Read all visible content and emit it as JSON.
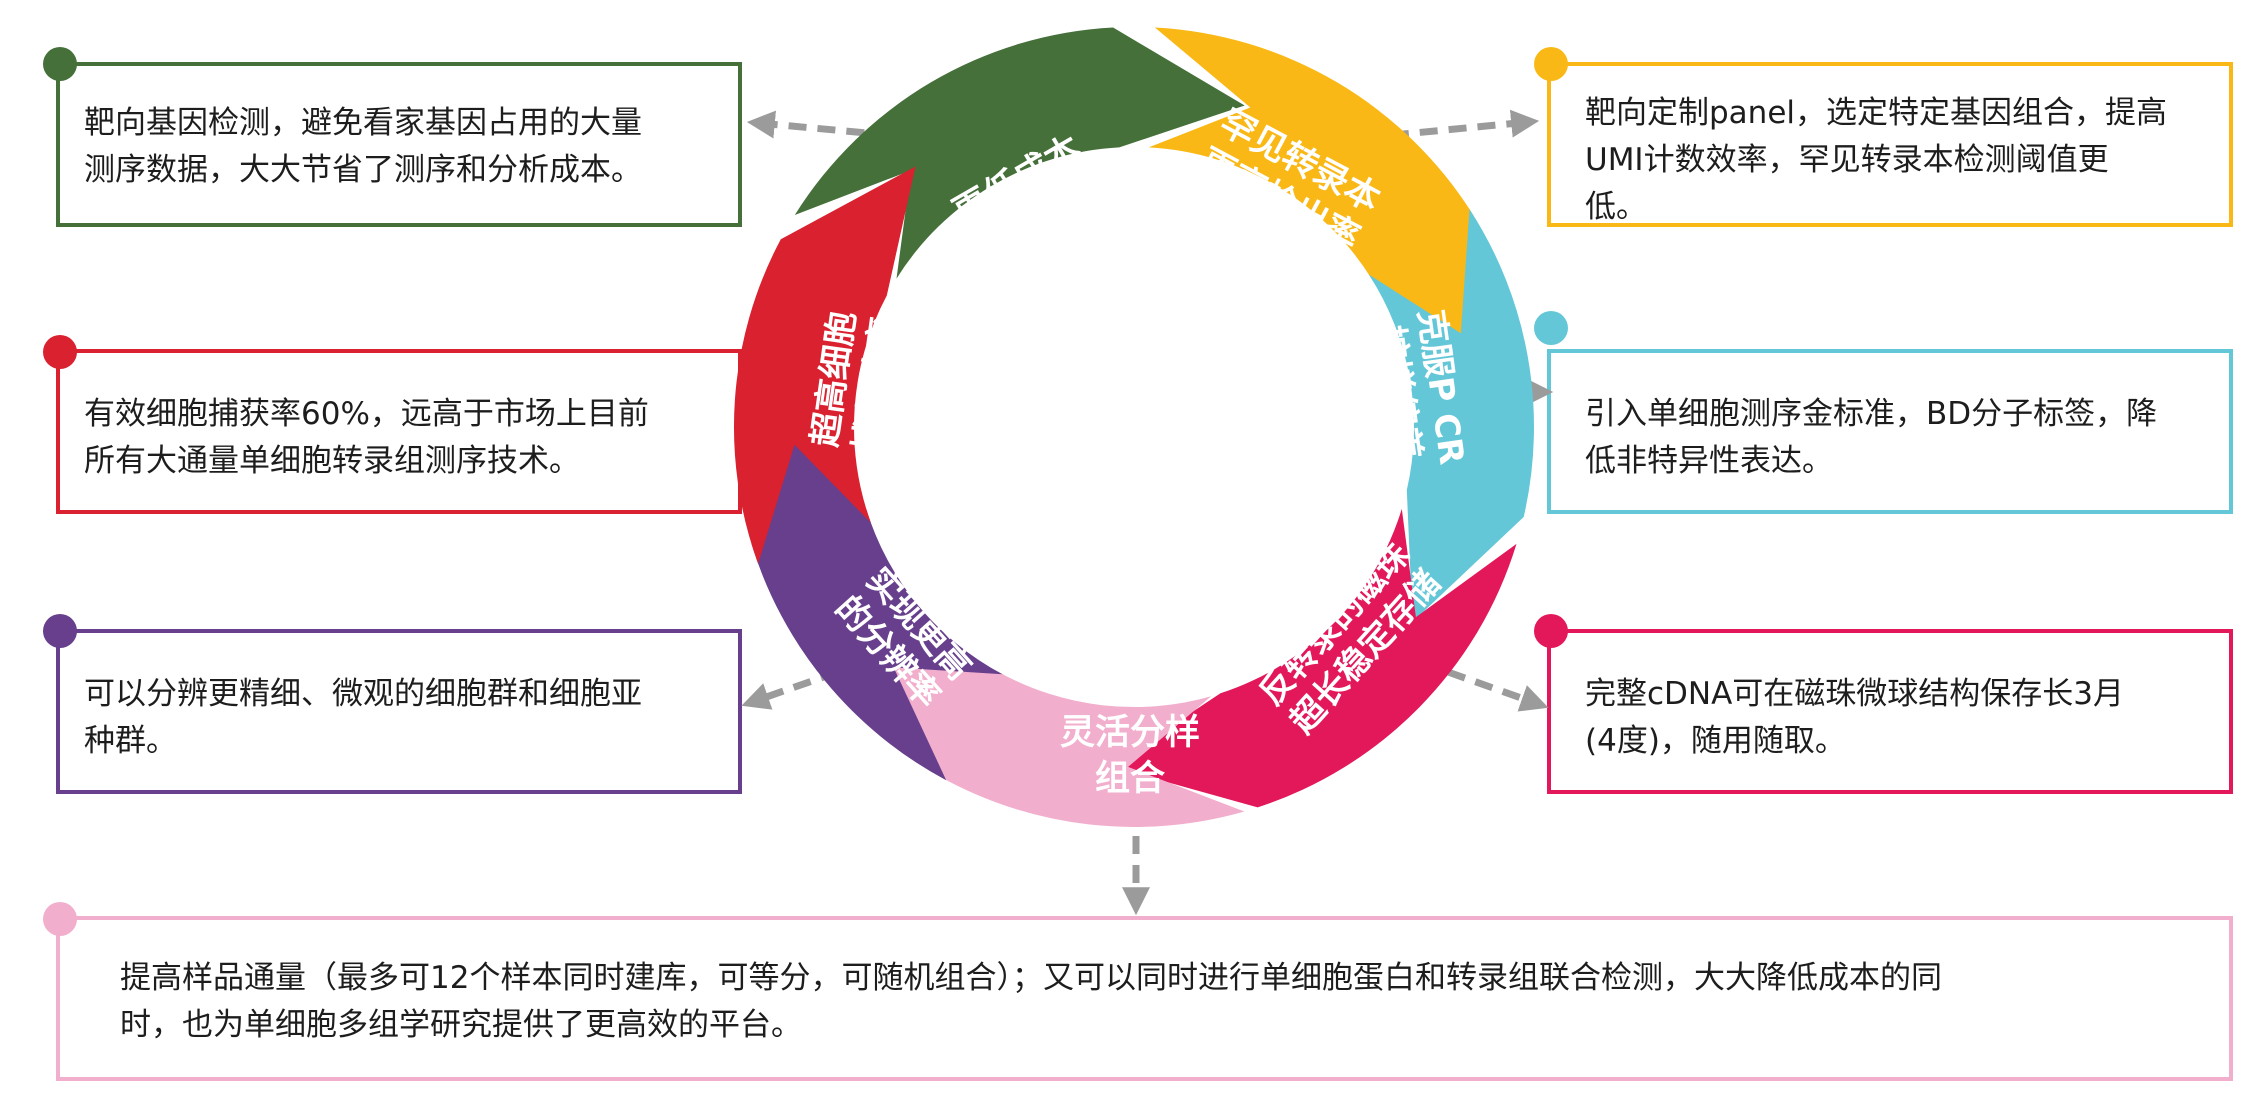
{
  "colors": {
    "green": "#45703a",
    "yellow": "#f9b816",
    "cyan": "#64c7d7",
    "crimson": "#e2185a",
    "pink": "#f2aecd",
    "purple": "#673f8d",
    "red": "#d9212f",
    "arrow_gray": "#9b9b9b"
  },
  "segments": {
    "lower_cost": [
      "更低成本"
    ],
    "rare_transcript": [
      "罕见转录本",
      "更高检出率"
    ],
    "pcr_bias": [
      "克服P CR",
      "扩增偏差"
    ],
    "storage": [
      "反转录的磁珠",
      "超长稳定存储"
    ],
    "flexible": [
      "灵活分样",
      "组合"
    ],
    "resolution": [
      "实现更高",
      "的分辨率"
    ],
    "capture": [
      "超高细胞",
      "捕获效率"
    ]
  },
  "boxes": {
    "top_left": [
      "靶向基因检测，避免看家基因占用的大量",
      "测序数据，大大节省了测序和分析成本。"
    ],
    "top_right": [
      "靶向定制panel，选定特定基因组合，提高",
      "UMI计数效率，罕见转录本检测阈值更",
      "低。"
    ],
    "mid_left": [
      "有效细胞捕获率60%，远高于市场上目前",
      "所有大通量单细胞转录组测序技术。"
    ],
    "mid_right": [
      "引入单细胞测序金标准，BD分子标签，降",
      "低非特异性表达。"
    ],
    "low_left": [
      "可以分辨更精细、微观的细胞群和细胞亚",
      "种群。"
    ],
    "low_right": [
      "完整cDNA可在磁珠微球结构保存长3月",
      "(4度)，随用随取。"
    ],
    "bottom": [
      "提高样品通量（最多可12个样本同时建库，可等分，可随机组合）；又可以同时进行单细胞蛋白和转录组联合检测，大大降低成本的同",
      "时，也为单细胞多组学研究提供了更高效的平台。"
    ]
  }
}
